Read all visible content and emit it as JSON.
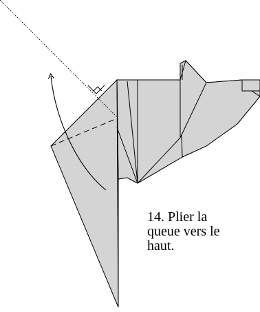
{
  "step": {
    "lines": [
      "14. Plier la",
      "queue vers le",
      "haut."
    ]
  },
  "colors": {
    "paper": "#d4d4d4",
    "outline": "#000000",
    "background": "#ffffff"
  }
}
